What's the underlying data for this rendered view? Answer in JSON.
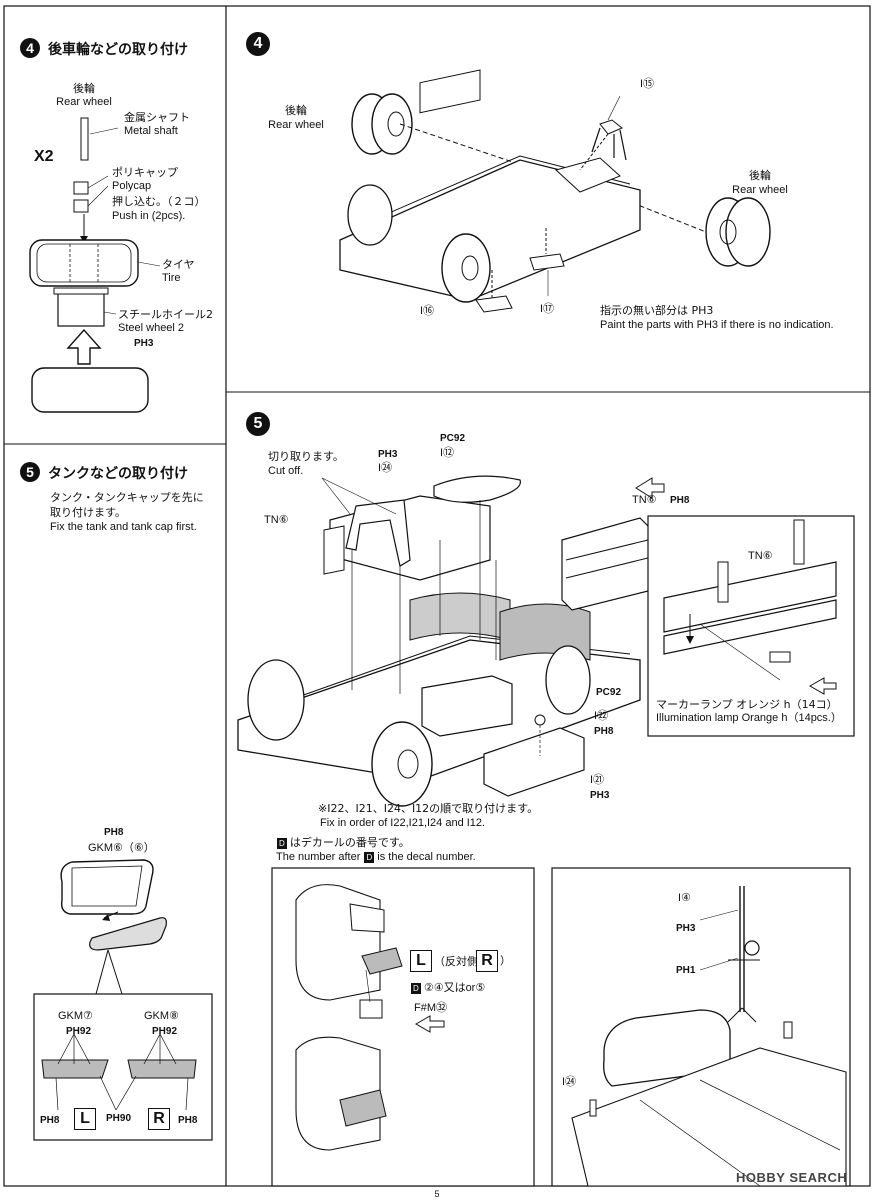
{
  "left_column": {
    "step4": {
      "number": "4",
      "title": "後車輪などの取り付け",
      "rear_wheel_jp": "後輪",
      "rear_wheel_en": "Rear wheel",
      "metal_shaft_jp": "金属シャフト",
      "metal_shaft_en": "Metal shaft",
      "qty_mark": "X2",
      "polycap_jp": "ポリキャップ",
      "polycap_en": "Polycap",
      "push_in_jp": "押し込む。（２コ）",
      "push_in_en": "Push in (2pcs).",
      "tire_jp": "タイヤ",
      "tire_en": "Tire",
      "steel_wheel_jp": "スチールホイール2",
      "steel_wheel_en": "Steel wheel 2",
      "paint": "PH3"
    },
    "step5": {
      "number": "5",
      "title": "タンクなどの取り付け",
      "note_jp_line1": "タンク・タンクキャップを先に",
      "note_jp_line2": "取り付けます。",
      "note_en": "Fix the tank and tank cap first."
    },
    "mirror": {
      "paint_top": "PH8",
      "part": "GKM⑥（⑥）",
      "left_part": "GKM⑦",
      "right_part": "GKM⑧",
      "paint_left_top": "PH92",
      "paint_right_top": "PH92",
      "paint_bottom_left": "PH8",
      "paint_bottom_mid": "PH90",
      "paint_bottom_right": "PH8",
      "left_letter": "L",
      "right_letter": "R"
    }
  },
  "right_column": {
    "step4": {
      "number": "4",
      "rear_wheel_left_jp": "後輪",
      "rear_wheel_left_en": "Rear wheel",
      "rear_wheel_right_jp": "後輪",
      "rear_wheel_right_en": "Rear wheel",
      "part_i15": "I⑮",
      "part_i16": "I⑯",
      "part_i17": "I⑰",
      "note_jp": "指示の無い部分は PH3",
      "note_en": "Paint the parts with PH3 if there is no indication."
    },
    "step5": {
      "number": "5",
      "cut_off_jp": "切り取ります。",
      "cut_off_en": "Cut off.",
      "ph3_top": "PH3",
      "i24": "I㉔",
      "pc92_top": "PC92",
      "i12": "I⑫",
      "tn6_left": "TN⑥",
      "tn6_right": "TN⑥",
      "ph8_right": "PH8",
      "tn6_inset": "TN⑥",
      "pc92_mid": "PC92",
      "i22": "I㉒",
      "ph8_mid": "PH8",
      "i21": "I㉑",
      "ph3_bottom": "PH3",
      "lamp_jp": "マーカーランプ オレンジ h（14コ）",
      "lamp_en": "Illumination lamp Orange h（14pcs.）",
      "order_jp": "※I22、I21、I24、I12の順で取り付けます。",
      "order_en": "Fix in order of I22,I21,I24 and I12.",
      "decal_jp": "はデカールの番号です。",
      "decal_en_a": "The number after",
      "decal_en_b": "is the decal number.",
      "decal_letter": "D"
    },
    "box_left": {
      "letter_l": "L",
      "opposite": "（反対側",
      "letter_r": "R",
      "close": "）",
      "decal": "②④又はor⑤",
      "fm": "F#M㉜"
    },
    "box_right": {
      "i4": "I④",
      "ph3": "PH3",
      "ph1": "PH1",
      "i24": "I㉔"
    }
  },
  "footer": {
    "page_number": "5",
    "watermark": "HOBBY SEARCH"
  }
}
